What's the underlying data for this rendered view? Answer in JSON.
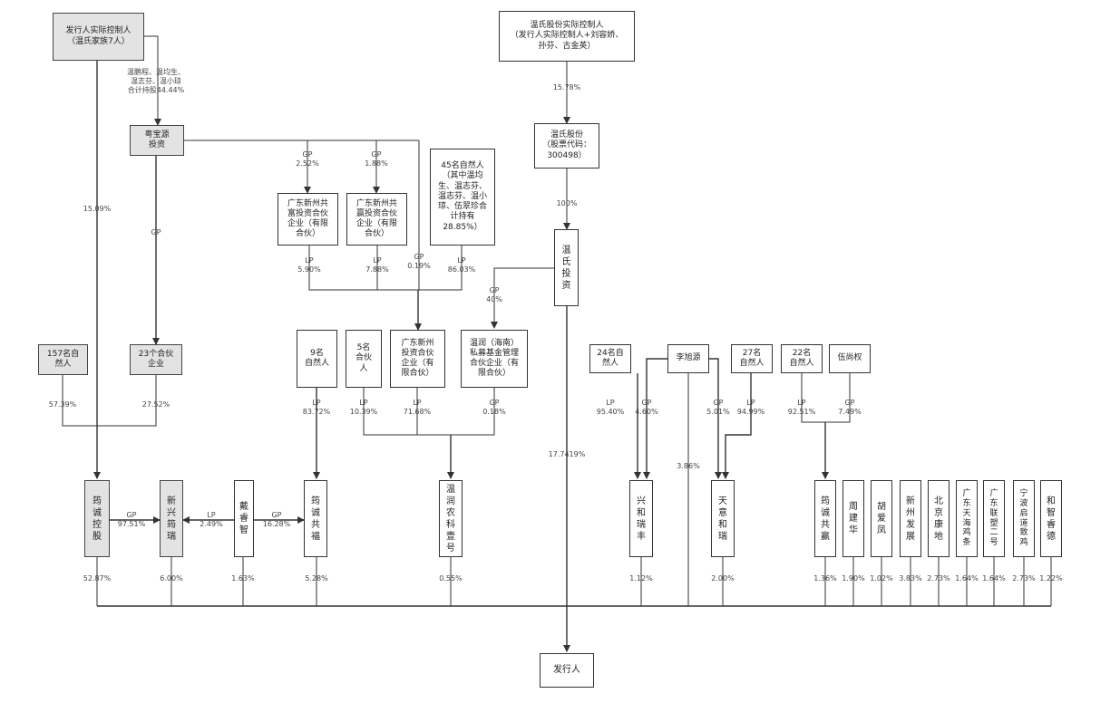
{
  "boxes": {
    "actual_controller": "发行人实际控制人\n（温氏家族7人）",
    "wens_controller": "温氏股份实际控制人\n（发行人实际控制人+刘容娇、\n孙芬、古金英）",
    "yuebaoyuan": "粤宝源\n投资",
    "wens_stock": "温氏股份\n（股票代码：\n300498）",
    "gongfu": "广东新州共\n富投资合伙\n企业（有限\n合伙）",
    "gongying": "广东新州共\n赢投资合伙\n企业（有限\n合伙）",
    "natural45": "45名自然人\n（其中温均\n生、温志芬、\n温志芬、温小\n琼、伍翠珍合\n计持有\n28.85%）",
    "wens_invest": "温\n氏\n投\n资",
    "natural157": "157名自\n然人",
    "partners23": "23个合伙\n企业",
    "natural9": "9名\n自然人",
    "partners5": "5名\n合伙\n人",
    "xinzhou_invest": "广东新州\n投资合伙\n企业（有\n限合伙）",
    "wenrun_fund": "温润（海南）\n私募基金管理\n合伙企业（有\n限合伙）",
    "natural24": "24名自\n然人",
    "li_xuyuan": "李旭源",
    "natural27": "27名\n自然人",
    "natural22": "22名\n自然人",
    "wu_shangquan": "伍尚权",
    "yuncheng_holding": "筠\n诚\n控\n股",
    "xinxing_yunrui": "新\n兴\n筠\n瑞",
    "dai_ruizhi": "戴\n睿\n智",
    "yuncheng_gongfu": "筠\n诚\n共\n福",
    "wenrun_nongke": "温\n润\n农\n科\n壹\n号",
    "xinghe_ruifeng": "兴\n和\n瑞\n丰",
    "tianyi_herui": "天\n意\n和\n瑞",
    "yuncheng_gongyuan": "筠\n诚\n共\n赢",
    "zhou_jianhua": "周\n建\n华",
    "hu_aifeng": "胡\n爱\n凤",
    "xinzhou_fazhan": "新\n州\n发\n展",
    "beijing_kangdi": "北\n京\n康\n地",
    "gd_tianhai": "广\n东\n天\n海\n鸡\n条",
    "gd_lianyu": "广\n东\n联\n塑\n二\n号",
    "ningbo_qidao": "宁\n波\n启\n道\n致\n鸡",
    "hezhi_ruide": "和\n智\n睿\n德",
    "issuer": "发行人"
  },
  "labels": {
    "family_hold": "温鹏程、温均生、\n温志芬、温小琼\n合计持股44.44%",
    "wens_15_78": "15.78%",
    "yb_gp_gongfu": "GP\n2.52%",
    "yb_gp_gongying": "GP\n1.88%",
    "wens_stock_100": "100%",
    "family_15_09": "15.09%",
    "yb_gp_23": "GP",
    "gongfu_lp": "LP\n5.90%",
    "gongying_lp": "LP\n7.88%",
    "yb_gp_xinzhou": "GP\n0.19%",
    "n45_lp": "LP\n86.03%",
    "wi_gp_wenrun": "GP\n40%",
    "n157_pct": "57.39%",
    "p23_pct": "27.52%",
    "n9_lp": "LP\n83.72%",
    "p5_lp": "LP\n10.39%",
    "xz_lp": "LP\n71.68%",
    "wr_gp": "GP\n0.18%",
    "n24_lp": "LP\n95.40%",
    "li_gp_xh": "GP\n4.60%",
    "li_gp_ty": "GP\n5.01%",
    "n27_lp": "LP\n94.99%",
    "n22_lp": "LP\n92.51%",
    "wu_gp": "GP\n7.49%",
    "wi_to_issuer": "17.7419%",
    "li_to_issuer": "3.86%",
    "yc_gp_xx": "GP\n97.51%",
    "dai_lp_xx": "LP\n2.49%",
    "dai_gp_gf": "GP\n16.28%",
    "pct_yuncheng_holding": "52.87%",
    "pct_xinxing_yunrui": "6.00%",
    "pct_dai_ruizhi": "1.63%",
    "pct_yuncheng_gongfu": "5.28%",
    "pct_wenrun_nongke": "0.55%",
    "pct_xinghe_ruifeng": "1.12%",
    "pct_tianyi_herui": "2.00%",
    "pct_yuncheng_gongyuan": "1.36%",
    "pct_zhou_jianhua": "1.90%",
    "pct_hu_aifeng": "1.02%",
    "pct_xinzhou_fazhan": "3.83%",
    "pct_beijing_kangdi": "2.73%",
    "pct_gd_tianhai": "1.64%",
    "pct_gd_lianyu": "1.64%",
    "pct_ningbo_qidao": "2.73%",
    "pct_hezhi_ruide": "1.22%"
  },
  "colors": {
    "line": "#333333",
    "gray_fill": "#e3e3e3",
    "box_border": "#333333"
  }
}
